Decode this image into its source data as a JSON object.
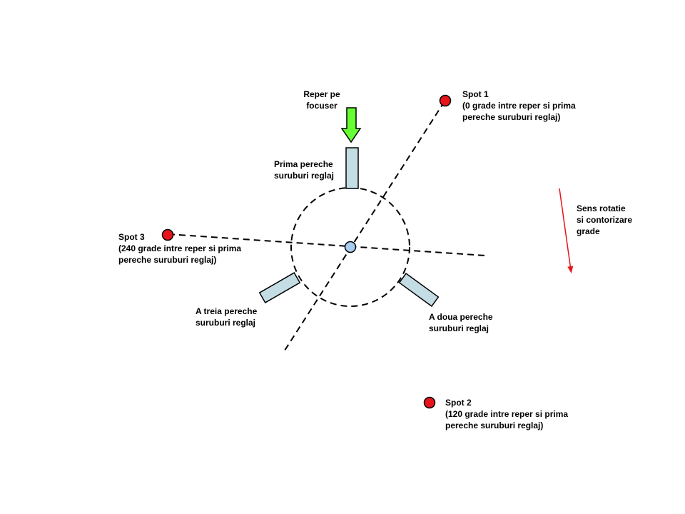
{
  "colors": {
    "background": "#ffffff",
    "line": "#000000",
    "spot_fill": "#e8141b",
    "center_fill": "#a8cdf0",
    "screw_fill": "#c4dde5",
    "marker_arrow_fill": "#66ff33",
    "rotation_arrow": "#e8141b"
  },
  "marker_arrow": {
    "lines": [
      "Reper pe",
      "focuser"
    ]
  },
  "screws": {
    "first": [
      "Prima pereche",
      "suruburi reglaj"
    ],
    "second": [
      "A doua pereche",
      "suruburi reglaj"
    ],
    "third": [
      "A treia pereche",
      "suruburi reglaj"
    ]
  },
  "spots": {
    "spot1": [
      "Spot 1",
      "(0 grade intre reper si prima",
      "pereche suruburi reglaj)"
    ],
    "spot2": [
      "Spot 2",
      "(120 grade intre reper si prima",
      "pereche suruburi reglaj)"
    ],
    "spot3": [
      "Spot 3",
      "(240 grade intre reper si prima",
      "pereche suruburi reglaj)"
    ]
  },
  "rotation": {
    "lines": [
      "Sens rotatie",
      "si contorizare",
      "grade"
    ]
  }
}
